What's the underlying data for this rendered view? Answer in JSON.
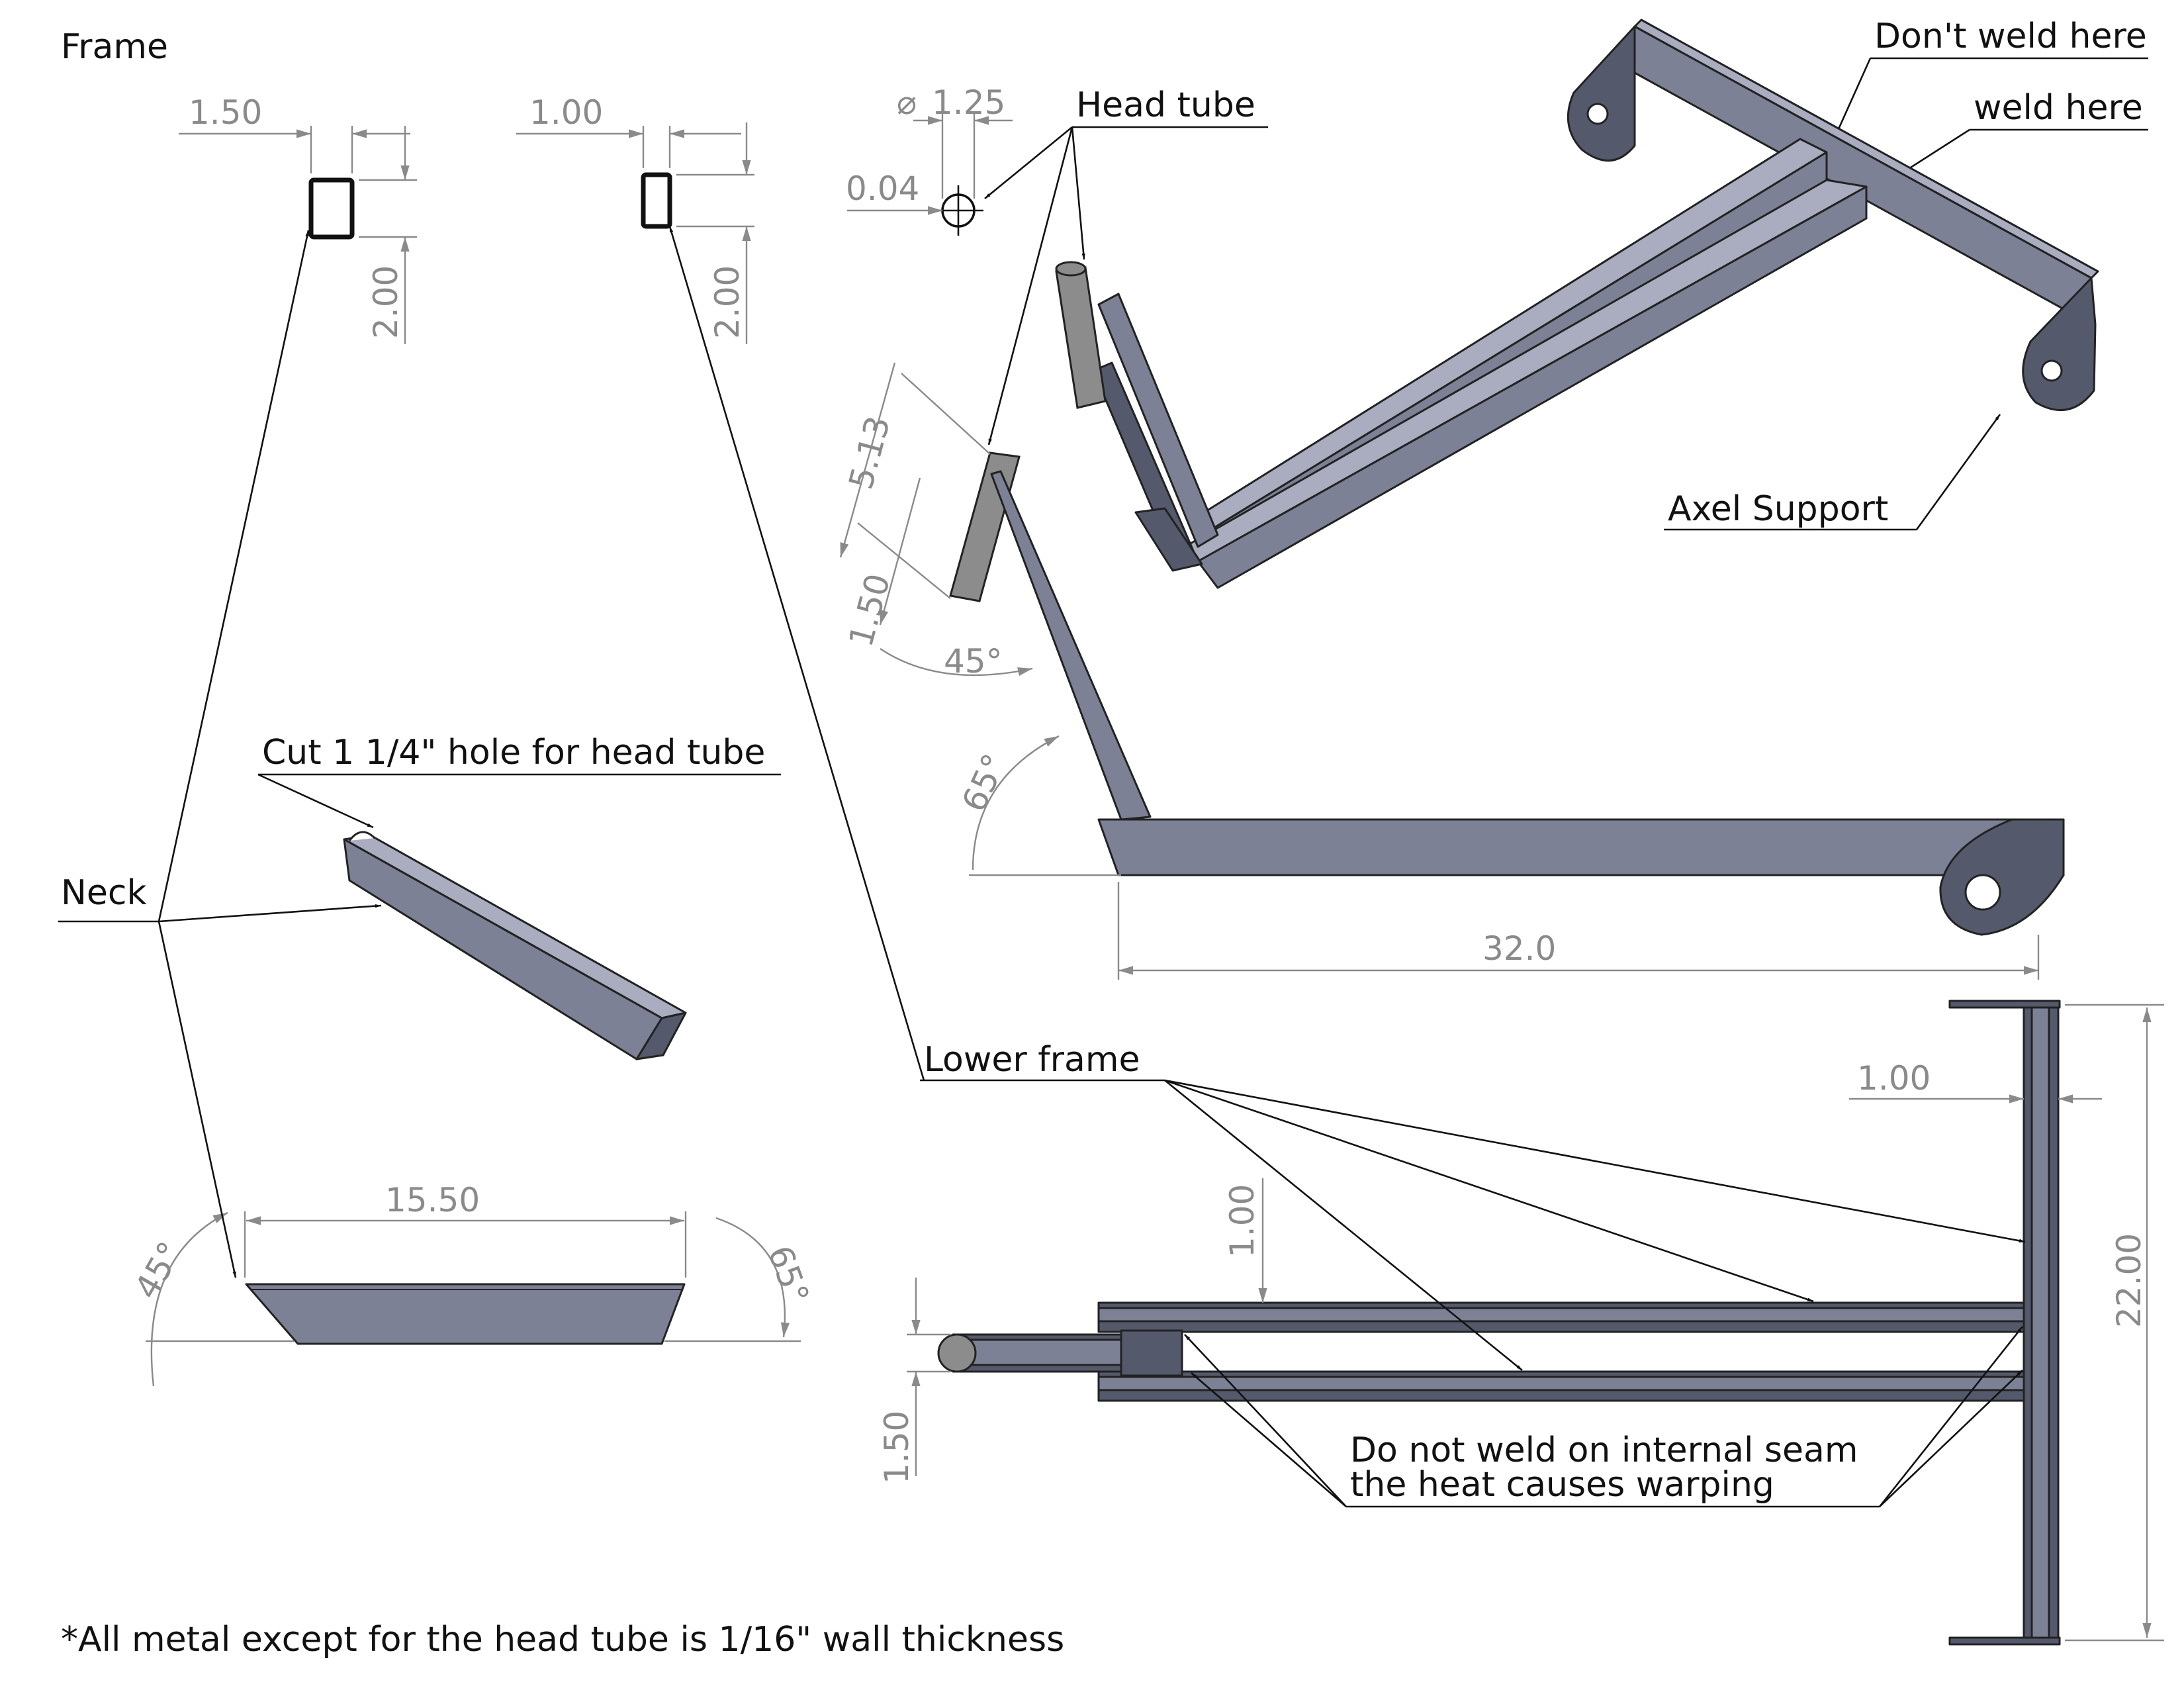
{
  "title": "Frame",
  "footnote": "*All metal except for the head tube is 1/16\" wall thickness",
  "labels": {
    "head_tube": "Head tube",
    "dont_weld_here": "Don't weld here",
    "weld_here": "weld here",
    "axel_support": "Axel Support",
    "cut_hole": "Cut 1 1/4\" hole for head tube",
    "neck": "Neck",
    "lower_frame": "Lower frame",
    "warp_note_line1": "Do not weld on internal seam",
    "warp_note_line2": "the heat causes warping"
  },
  "dimensions": {
    "neck_profile_width": "1.50",
    "neck_profile_height": "2.00",
    "frame_profile_width": "1.00",
    "frame_profile_height": "2.00",
    "head_tube_diameter": "1.25",
    "head_tube_wall": "0.04",
    "head_tube_length": "5.13",
    "head_tube_offset": "1.50",
    "angle_45_iso": "45°",
    "angle_65_iso": "65°",
    "lower_frame_length": "32.0",
    "neck_length": "15.50",
    "neck_angle_left": "45°",
    "neck_angle_right": "65°",
    "top_view_offset": "1.00",
    "top_view_rail_gap": "1.00",
    "top_view_axle_width": "22.00",
    "top_view_tube_dia": "1.50"
  },
  "symbols": {
    "diameter": "⌀"
  },
  "colors": {
    "metal": "#7d8196",
    "dimension": "#8a8a8a"
  }
}
